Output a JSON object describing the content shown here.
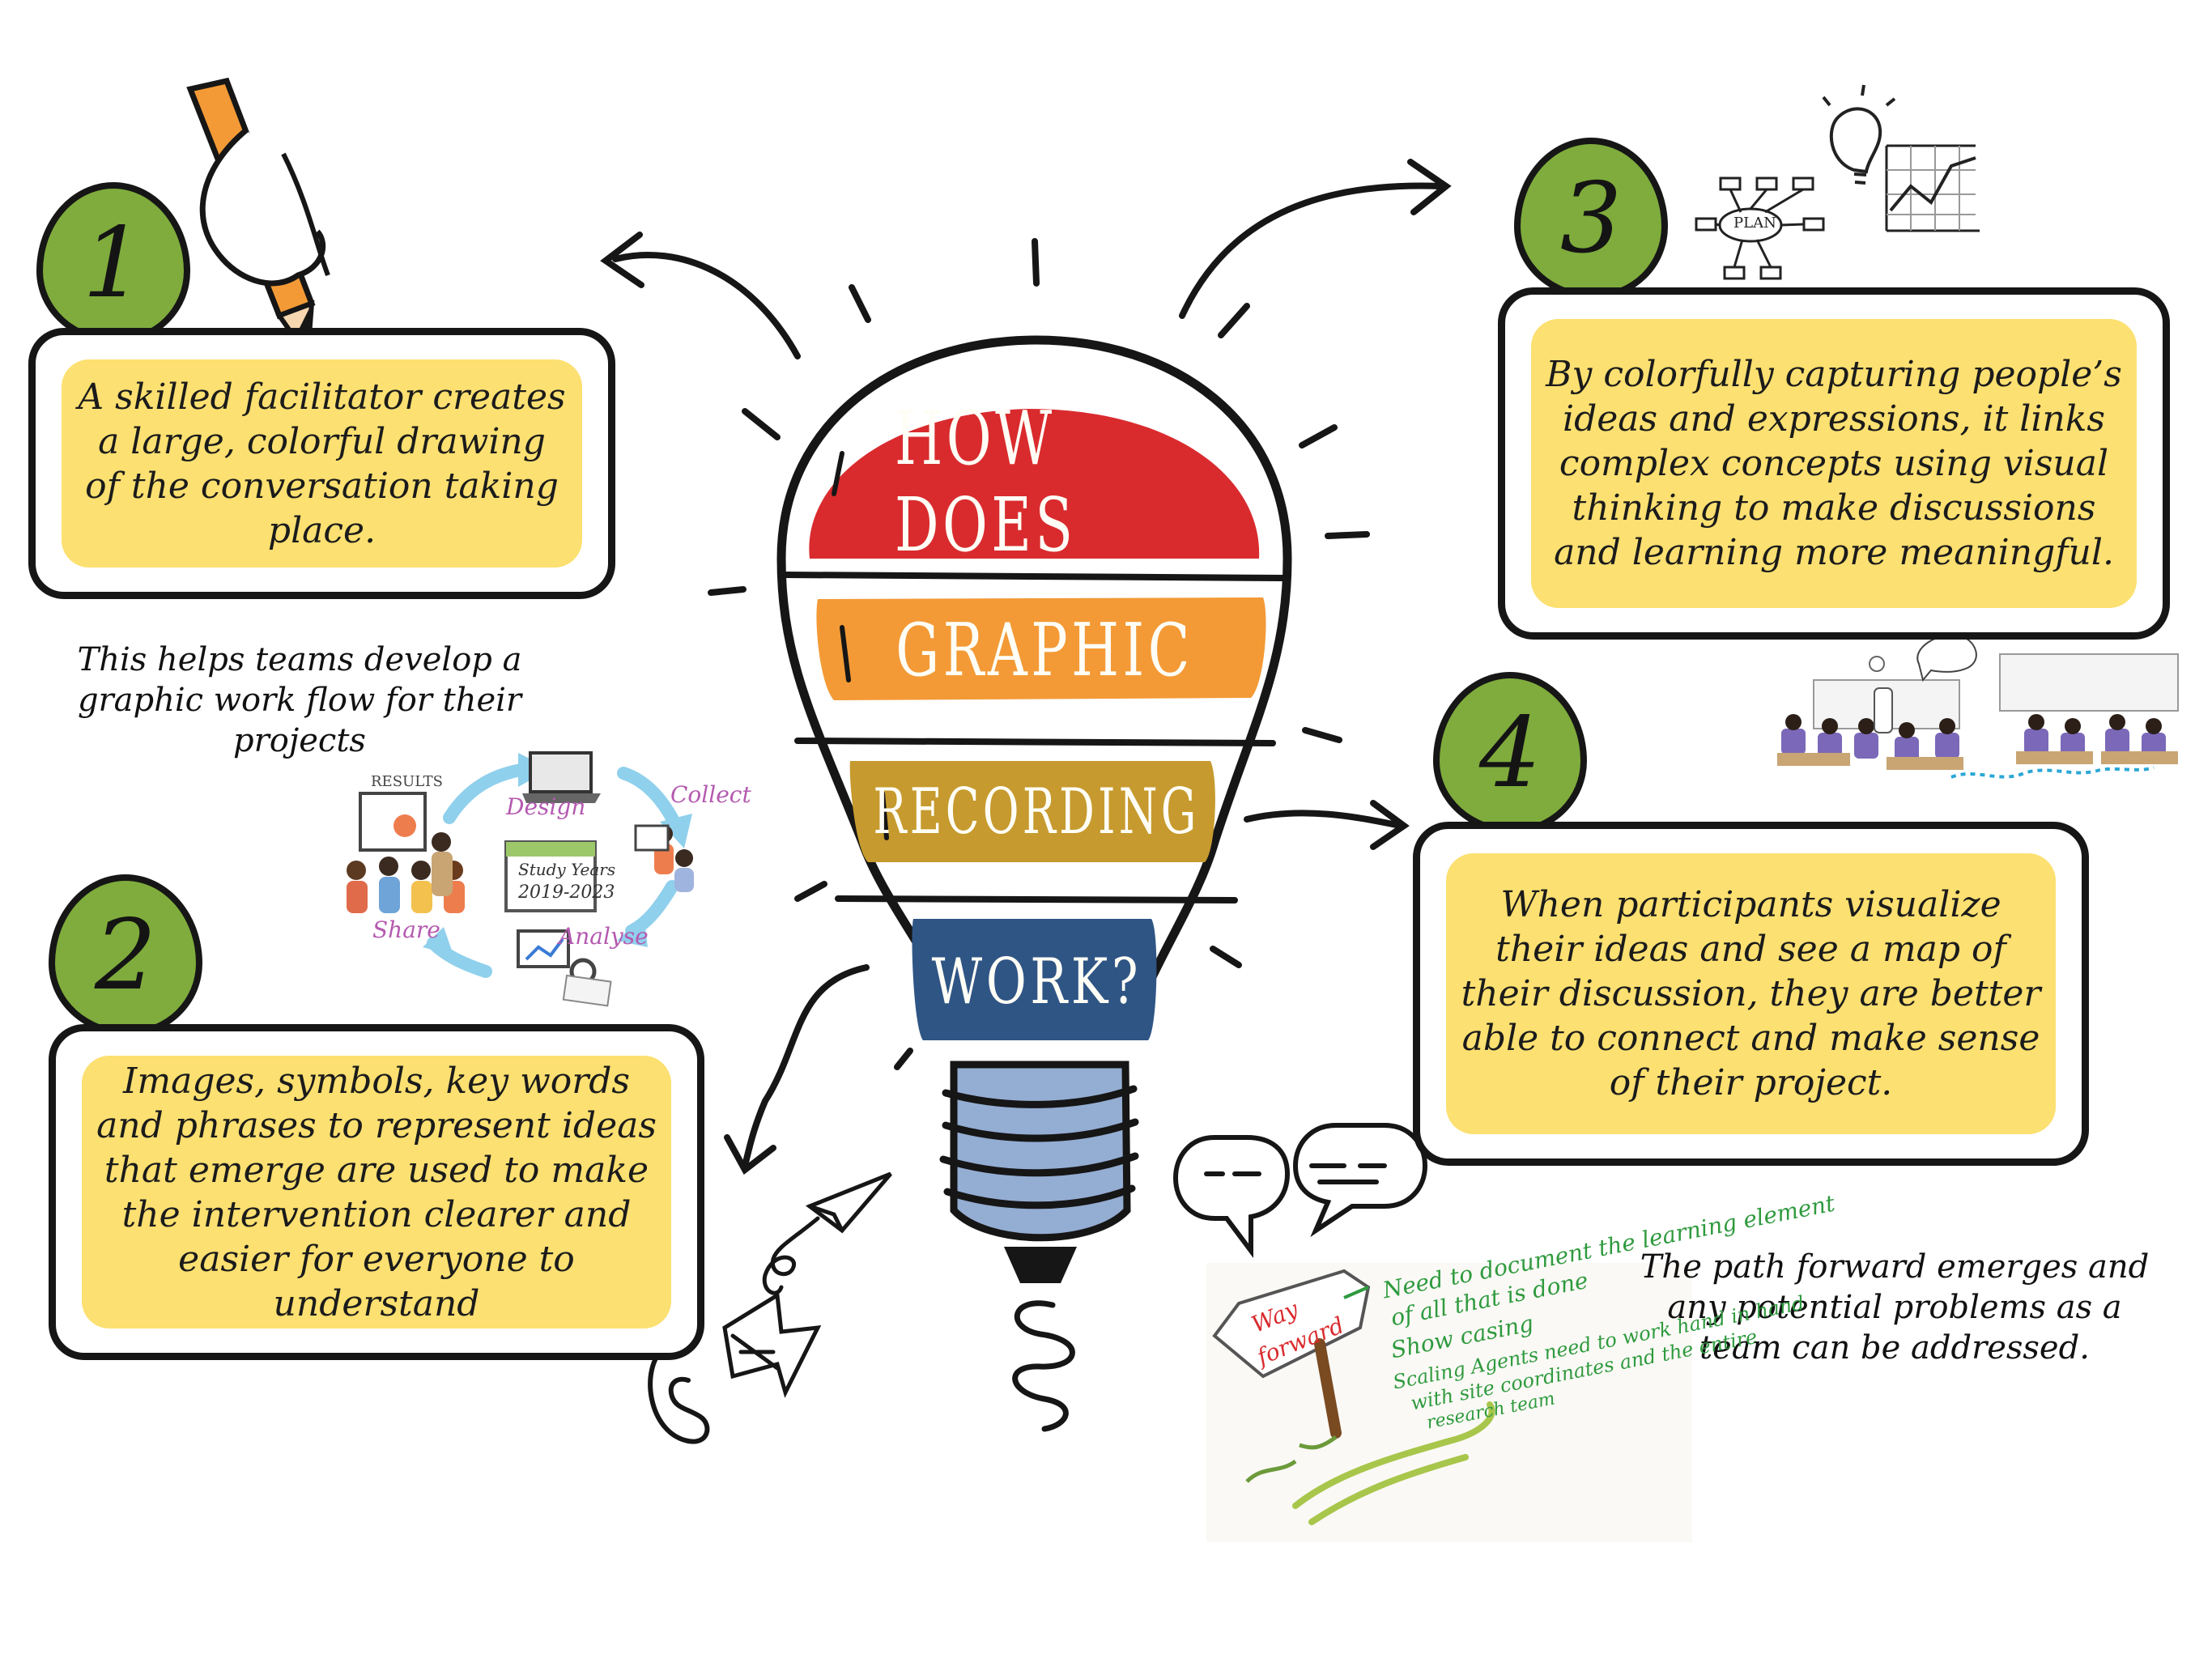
{
  "bulb": {
    "line1": "HOW DOES",
    "line2": "GRAPHIC",
    "line3": "RECORDING",
    "line4": "WORK?"
  },
  "steps": [
    {
      "number": "1",
      "text": "A skilled facilitator creates a large, colorful drawing of the conversation taking place."
    },
    {
      "number": "2",
      "text": "Images, symbols, key words and phrases to represent ideas that emerge are used to make the intervention clearer and easier for everyone to understand"
    },
    {
      "number": "3",
      "text": "By colorfully capturing people’s ideas and expressions, it links complex concepts using visual thinking to make discussions and learning more meaningful."
    },
    {
      "number": "4",
      "text": "When participants visualize their ideas and see a map of their discussion, they are better able to connect and make sense of their project."
    }
  ],
  "notes": {
    "workflow": "This helps teams develop a graphic work flow for their projects",
    "path_forward": "The path forward emerges and any potential problems as a team can be addressed."
  },
  "cycle": {
    "results": "RESULTS",
    "design": "Design",
    "collect": "Collect",
    "analyse": "Analyse",
    "share": "Share",
    "calendar_title": "Study Years",
    "calendar_years": "2019-2023"
  },
  "plan_label": "PLAN",
  "way_forward": {
    "sign_line1": "Way",
    "sign_line2": "forward",
    "item1": "Need to document the learning element",
    "item1b": "of all that is done",
    "item2": "Show casing",
    "item3": "Scaling Agents need to work hand in hand",
    "item3b": "with site coordinates and the entire",
    "item3c": "research team"
  },
  "colors": {
    "red": "#d92b2e",
    "orange": "#f39a36",
    "mustard": "#c69a2e",
    "navy": "#2f5585",
    "green": "#7fac3c",
    "yellow": "#fce071",
    "bulb_base": "#94add3"
  }
}
